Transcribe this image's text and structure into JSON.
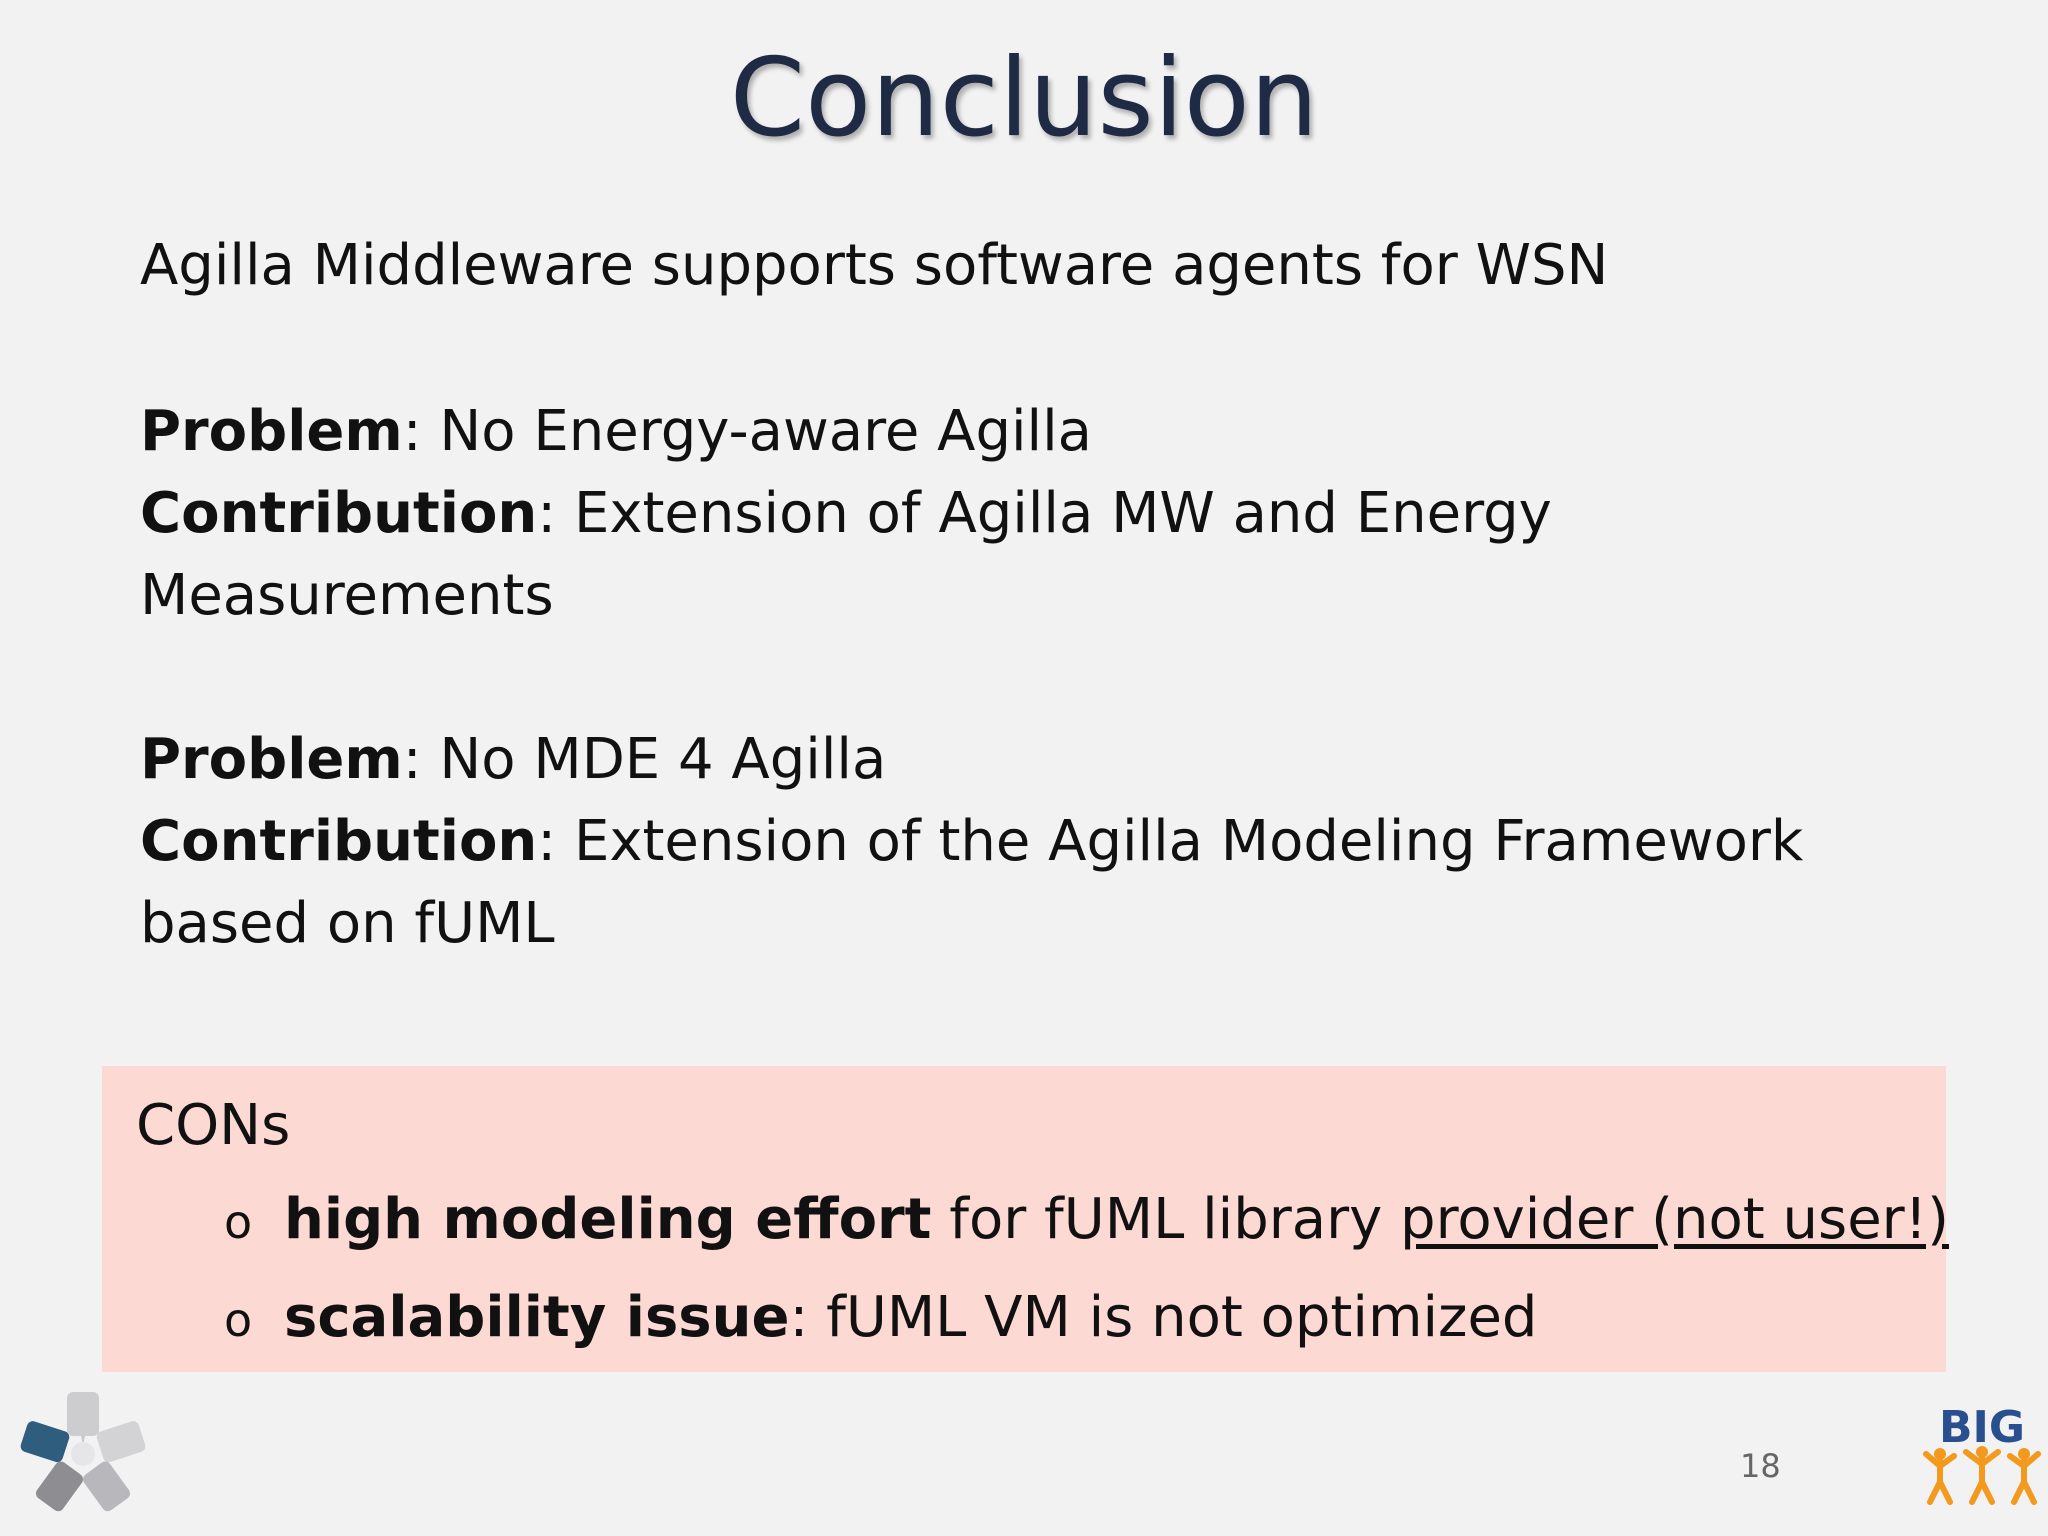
{
  "slide": {
    "title": "Conclusion",
    "intro": "Agilla Middleware supports software agents for WSN",
    "block1": {
      "problem_label": "Problem",
      "problem_text": ": No Energy-aware Agilla",
      "contribution_label": "Contribution",
      "contribution_text_line1": ": Extension of Agilla MW and Energy",
      "contribution_text_line2": "Measurements"
    },
    "block2": {
      "problem_label": "Problem",
      "problem_text": ": No MDE 4 Agilla",
      "contribution_label": "Contribution",
      "contribution_text_line1": ": Extension of the Agilla Modeling Framework",
      "contribution_text_line2": "based on fUML"
    },
    "cons": {
      "heading": "CONs",
      "bullet_glyph": "o",
      "item1_bold": "high modeling effort",
      "item1_text": " for fUML library ",
      "item1_underlined": "provider (not user!)",
      "item2_bold": "scalability issue",
      "item2_text": ": fUML VM is not optimized"
    },
    "page_number": "18",
    "logo_right_text": "BIG"
  },
  "colors": {
    "background": "#f2f2f3",
    "title": "#1f2a44",
    "cons_box": "#fdd9d4",
    "logo_right_blue": "#2a4f8f",
    "logo_right_orange": "#f39a1e"
  },
  "icons": {
    "logo_left": "star-logo-icon",
    "logo_right": "big-logo-icon"
  }
}
